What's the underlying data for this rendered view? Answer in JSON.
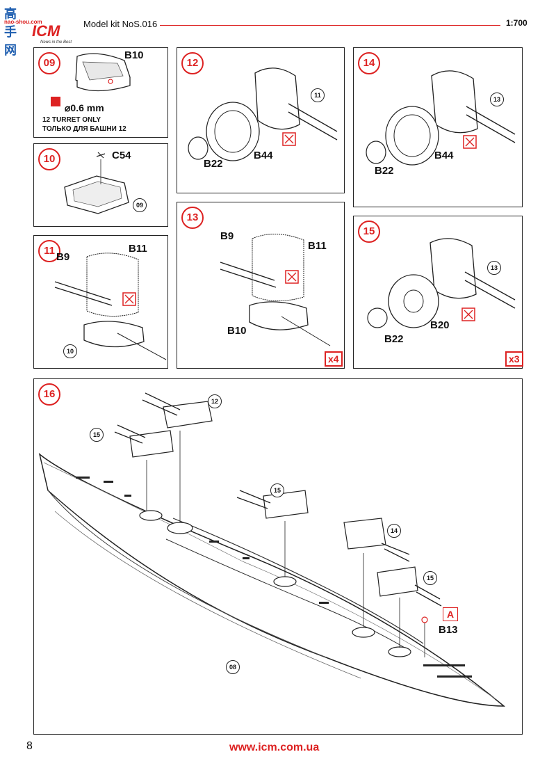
{
  "header": {
    "logo_chars": "高手网",
    "logo_site": "nao-shou.com",
    "logo_brand": "ICM",
    "logo_tagline": "News in the Best",
    "model": "Model kit NoS.016",
    "scale": "1:700"
  },
  "steps": {
    "s09": {
      "num": "09",
      "part": "B10",
      "drill": "⌀0.6 mm",
      "note1": "12 TURRET ONLY",
      "note2": "ТОЛЬКО ДЛЯ БАШНИ 12"
    },
    "s10": {
      "num": "10",
      "part": "C54",
      "ref": "09"
    },
    "s11": {
      "num": "11",
      "p1": "B9",
      "p2": "B11",
      "ref": "10"
    },
    "s12": {
      "num": "12",
      "p1": "B22",
      "p2": "B44",
      "ref": "11"
    },
    "s13": {
      "num": "13",
      "p1": "B9",
      "p2": "B11",
      "p3": "B10",
      "mult": "x4"
    },
    "s14": {
      "num": "14",
      "p1": "B22",
      "p2": "B44",
      "ref": "13"
    },
    "s15": {
      "num": "15",
      "p1": "B22",
      "p2": "B20",
      "ref": "13",
      "mult": "x3"
    },
    "s16": {
      "num": "16",
      "r12": "12",
      "r15a": "15",
      "r15b": "15",
      "r14": "14",
      "r15c": "15",
      "r08": "08",
      "part": "B13",
      "flag": "A"
    }
  },
  "footer": {
    "page": "8",
    "url": "www.icm.com.ua"
  },
  "colors": {
    "accent": "#d22222"
  }
}
